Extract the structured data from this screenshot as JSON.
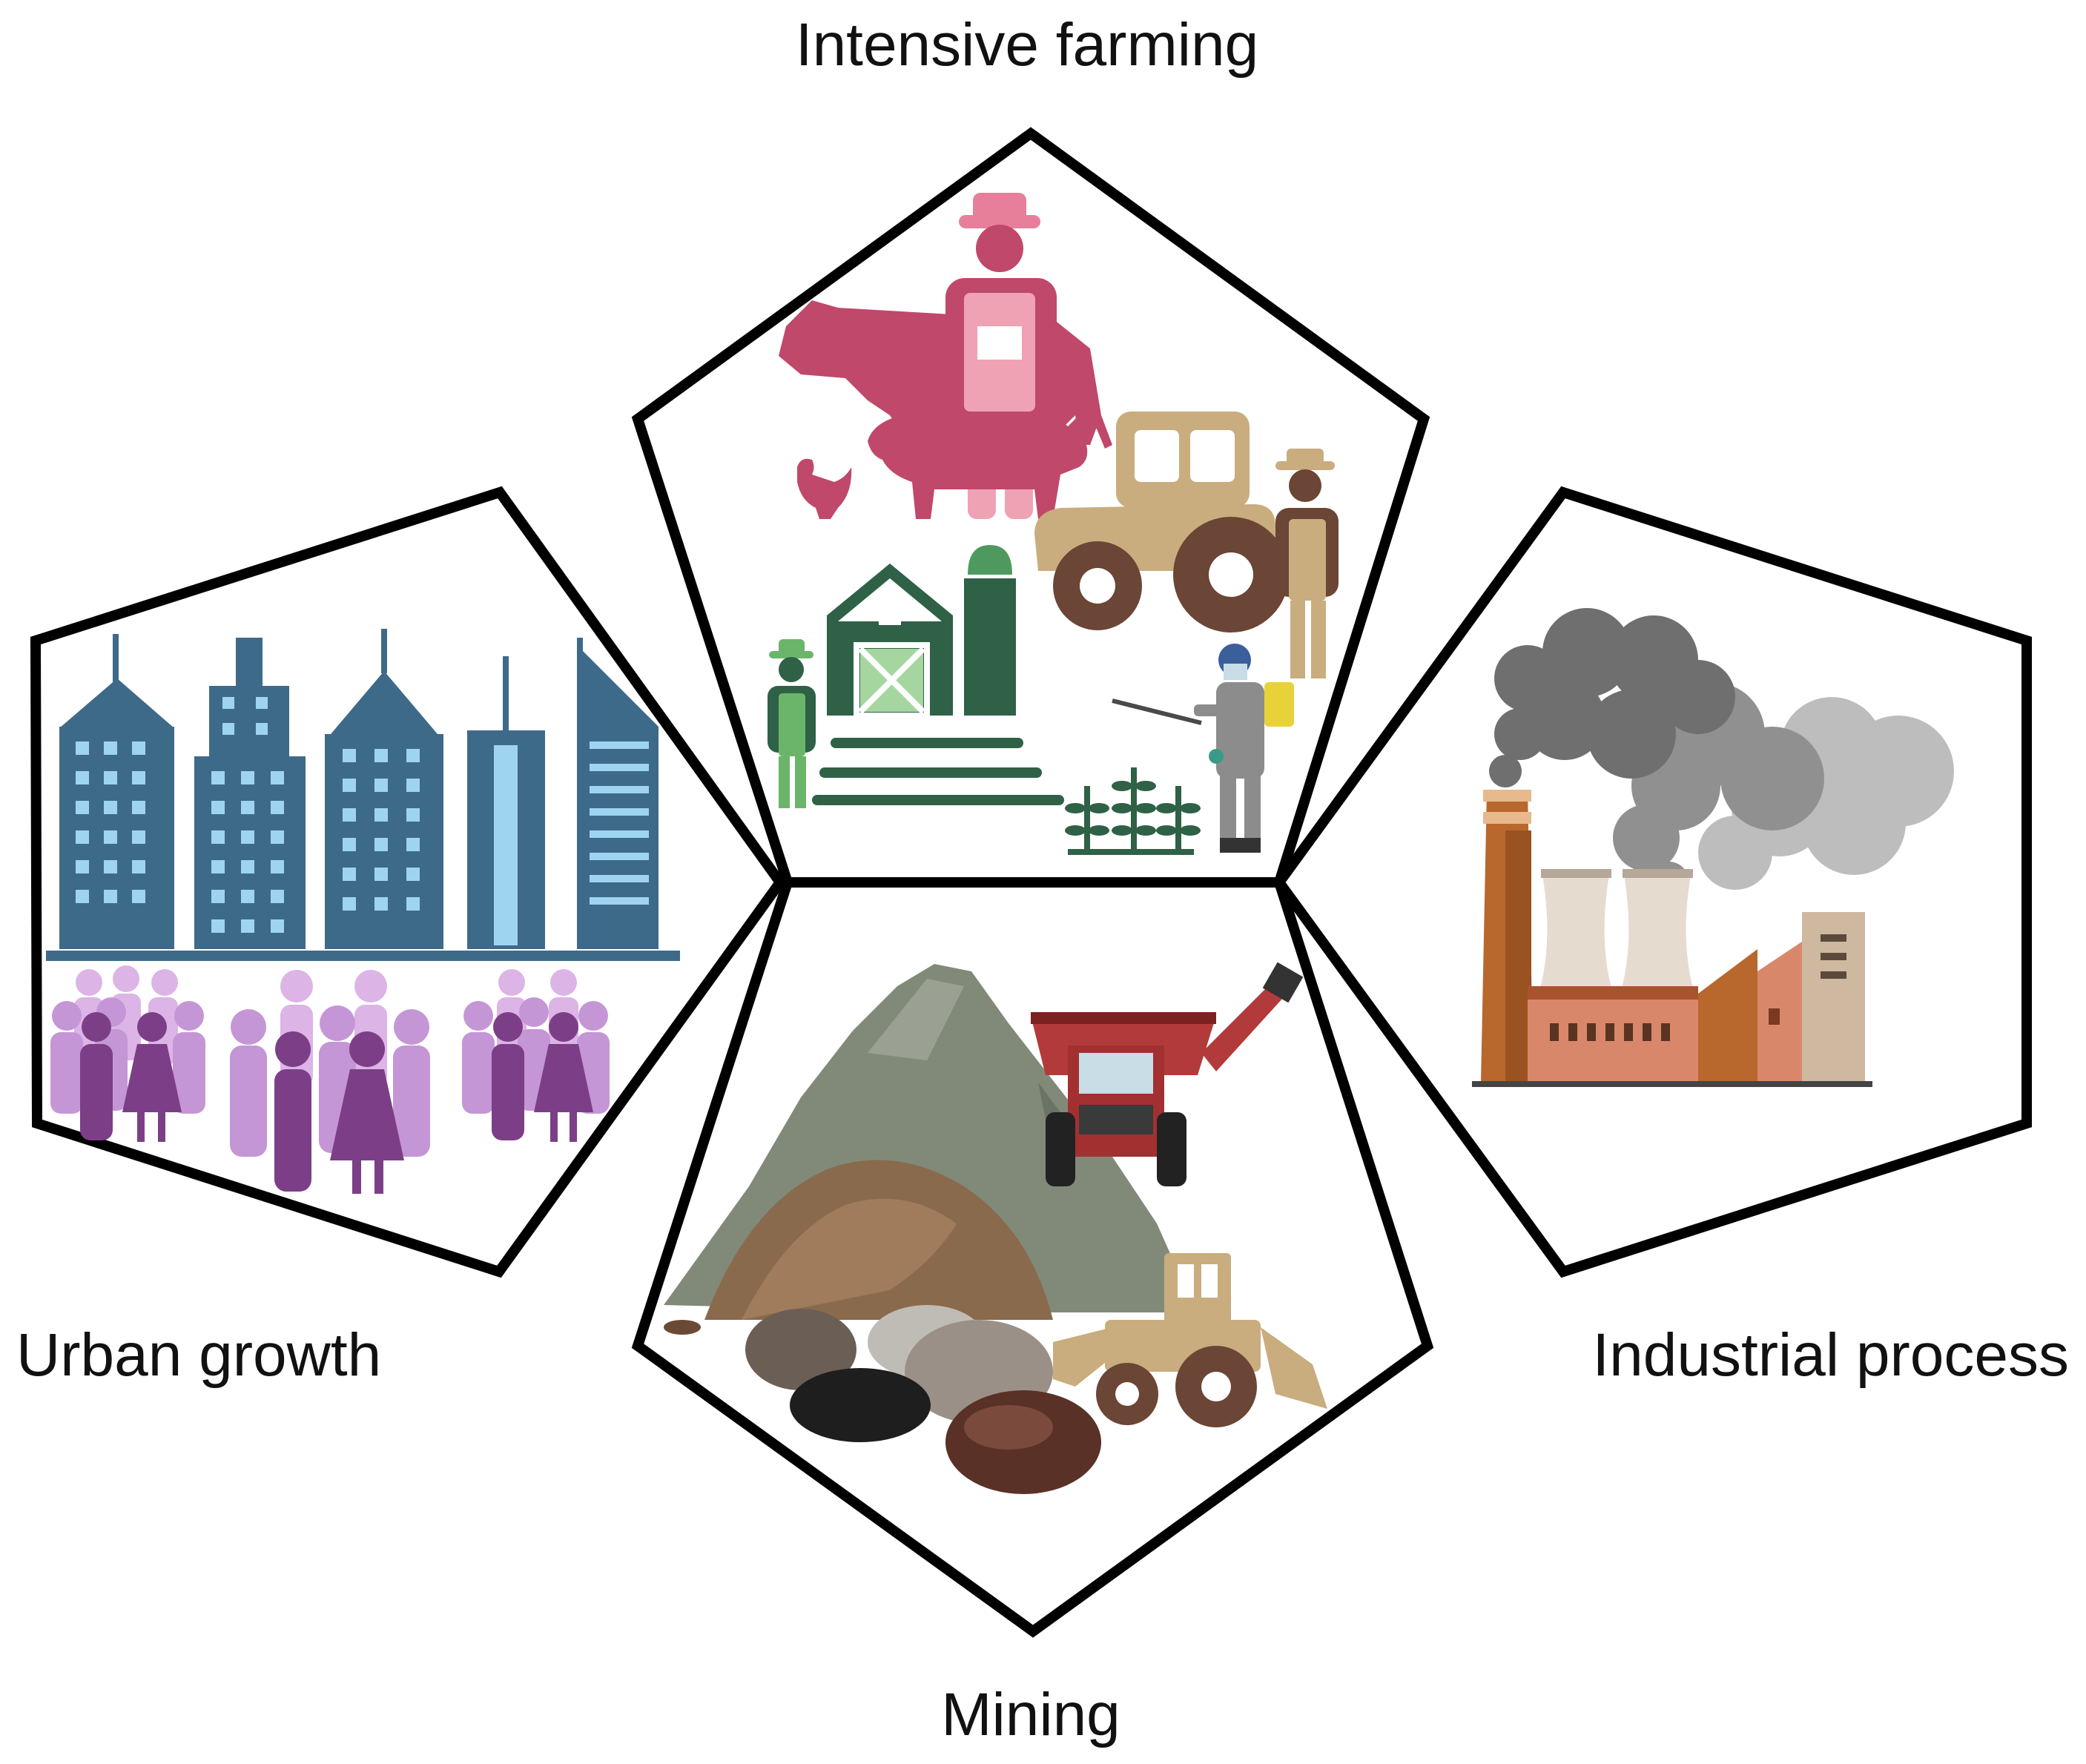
{
  "labels": {
    "farming": "Intensive farming",
    "urban": "Urban growth",
    "industrial": "Industrial process",
    "mining": "Mining"
  },
  "colors": {
    "outline": "#000000",
    "livestock": "#c0486a",
    "tractor": "#c9ad7e",
    "tires": "#6b4535",
    "barn": "#2f6147",
    "worker_green": "#6bb56b",
    "buildings": "#3e6a8a",
    "windows": "#9fd4f0",
    "crowd_light": "#c596d6",
    "crowd_dark": "#7c3f87",
    "smoke": "#6f6f6f",
    "chimney": "#b8672d",
    "factory": "#d9876a",
    "mountain": "#818a78",
    "soil": "#8a6a4d",
    "truck": "#b23a3a"
  },
  "icons": {
    "farming": [
      "cow-icon",
      "pig-icon",
      "chicken-icon",
      "farmer-icon",
      "tractor-icon",
      "barn-icon",
      "silo-icon",
      "sprayer-worker-icon",
      "crop-icon"
    ],
    "urban": [
      "skyscrapers-icon",
      "crowd-icon"
    ],
    "industrial": [
      "factory-icon",
      "chimney-icon",
      "cooling-tower-icon",
      "smoke-icon"
    ],
    "mining": [
      "mountain-icon",
      "dump-truck-icon",
      "loader-icon",
      "ore-pile-icon"
    ]
  }
}
